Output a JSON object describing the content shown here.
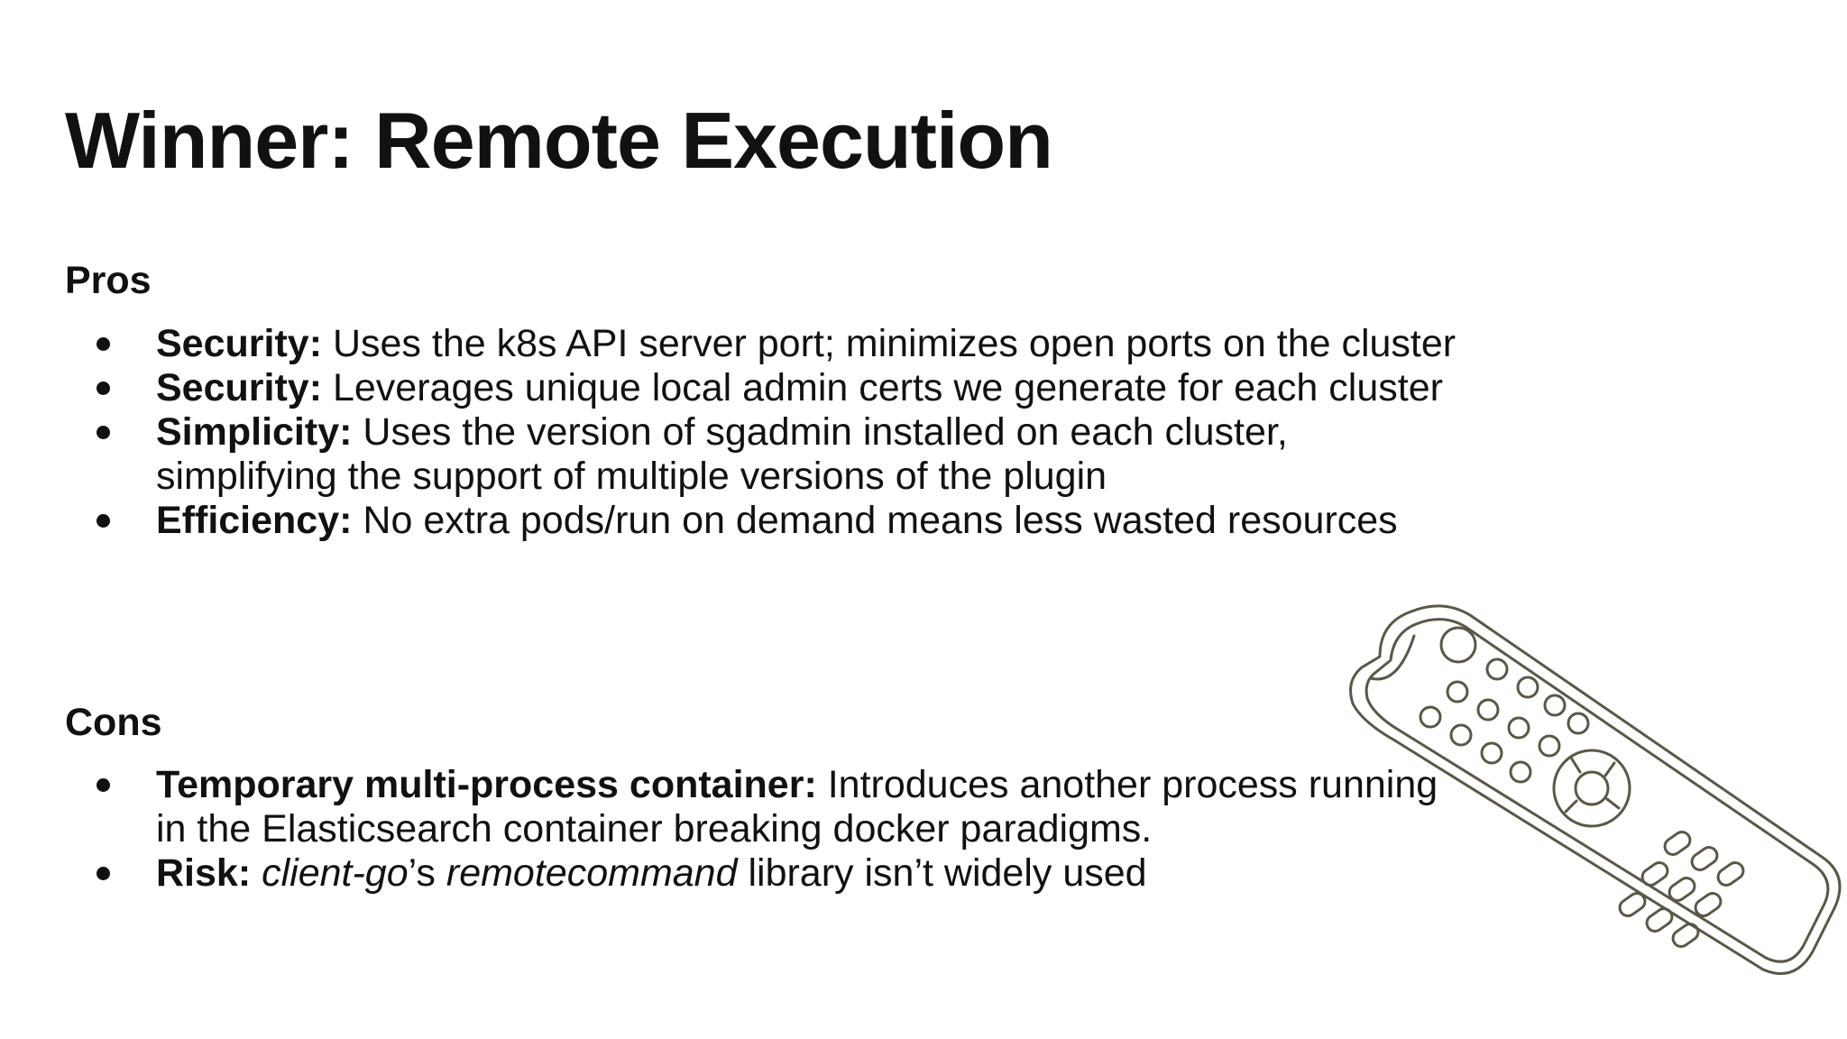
{
  "slide": {
    "title": "Winner: Remote Execution",
    "pros": {
      "heading": "Pros",
      "items": [
        {
          "label": "Security:",
          "text": " Uses the k8s API server port; minimizes open ports on the cluster"
        },
        {
          "label": "Security:",
          "text": " Leverages unique local admin certs we generate for each cluster"
        },
        {
          "label": "Simplicity:",
          "text": " Uses the version of sgadmin installed on each cluster, simplifying the support of multiple versions of the plugin"
        },
        {
          "label": "Efficiency:",
          "text": " No extra pods/run on demand means less wasted resources"
        }
      ]
    },
    "cons": {
      "heading": "Cons",
      "items": [
        {
          "label": "Temporary multi-process container:",
          "text": " Introduces another process running in the Elasticsearch container breaking docker paradigms."
        },
        {
          "label": "Risk:",
          "text_parts": [
            {
              "style": "normal",
              "text": " "
            },
            {
              "style": "italic",
              "text": "client-go"
            },
            {
              "style": "normal",
              "text": "’s "
            },
            {
              "style": "italic",
              "text": "remotecommand"
            },
            {
              "style": "normal",
              "text": " library isn’t widely used"
            }
          ]
        }
      ]
    },
    "illustration": {
      "icon": "remote-control-icon"
    }
  }
}
